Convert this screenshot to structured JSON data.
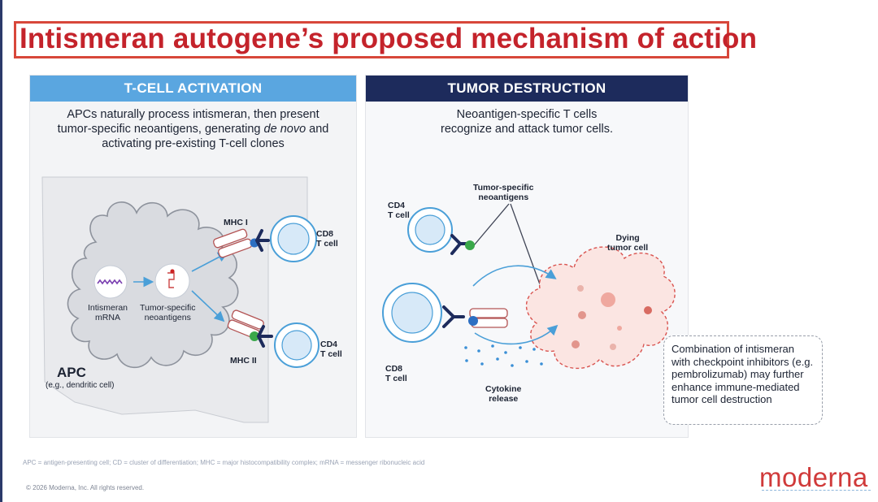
{
  "title": "Intismeran autogene’s proposed mechanism of action",
  "left_panel": {
    "header": "T-CELL ACTIVATION",
    "desc_line1": "APCs naturally process intismeran, then present",
    "desc_line2a": "tumor-specific neoantigens, generating ",
    "desc_line2_italic": "de novo",
    "desc_line2b": " and",
    "desc_line3": "activating pre-existing T-cell clones",
    "labels": {
      "mhc1": "MHC I",
      "mhc2": "MHC II",
      "cd8_line1": "CD8",
      "cd8_line2": "T cell",
      "cd4_line1": "CD4",
      "cd4_line2": "T cell",
      "mrna_line1": "Intismeran",
      "mrna_line2": "mRNA",
      "neo_line1": "Tumor-specific",
      "neo_line2": "neoantigens",
      "apc": "APC",
      "apc_sub": "(e.g., dendritic cell)"
    }
  },
  "right_panel": {
    "header": "TUMOR DESTRUCTION",
    "desc_line1": "Neoantigen-specific T cells",
    "desc_line2": "recognize and attack tumor cells.",
    "labels": {
      "neo_line1": "Tumor-specific",
      "neo_line2": "neoantigens",
      "cd4_line1": "CD4",
      "cd4_line2": "T cell",
      "dying_line1": "Dying",
      "dying_line2": "tumor cell",
      "cd8_line1": "CD8",
      "cd8_line2": "T cell",
      "cytokine_line1": "Cytokine",
      "cytokine_line2": "release"
    }
  },
  "combination_note": "Combination of intismeran with checkpoint inhibitors (e.g. pembrolizumab) may further enhance immune-mediated tumor cell destruction",
  "footnote": "APC = antigen-presenting cell; CD = cluster of differentiation; MHC = major histocompatibility complex; mRNA = messenger ribonucleic acid",
  "copyright": "© 2026 Moderna, Inc. All rights reserved.",
  "logo": "moderna",
  "colors": {
    "title_red": "#c4232b",
    "left_header": "#5aa6e0",
    "right_header": "#1d2b5c",
    "tcell_blue": "#4a9fd8",
    "mhc_green": "#3aa84a",
    "neo_blue": "#2d6fc2",
    "tumor_pink": "#f4cfc9"
  }
}
